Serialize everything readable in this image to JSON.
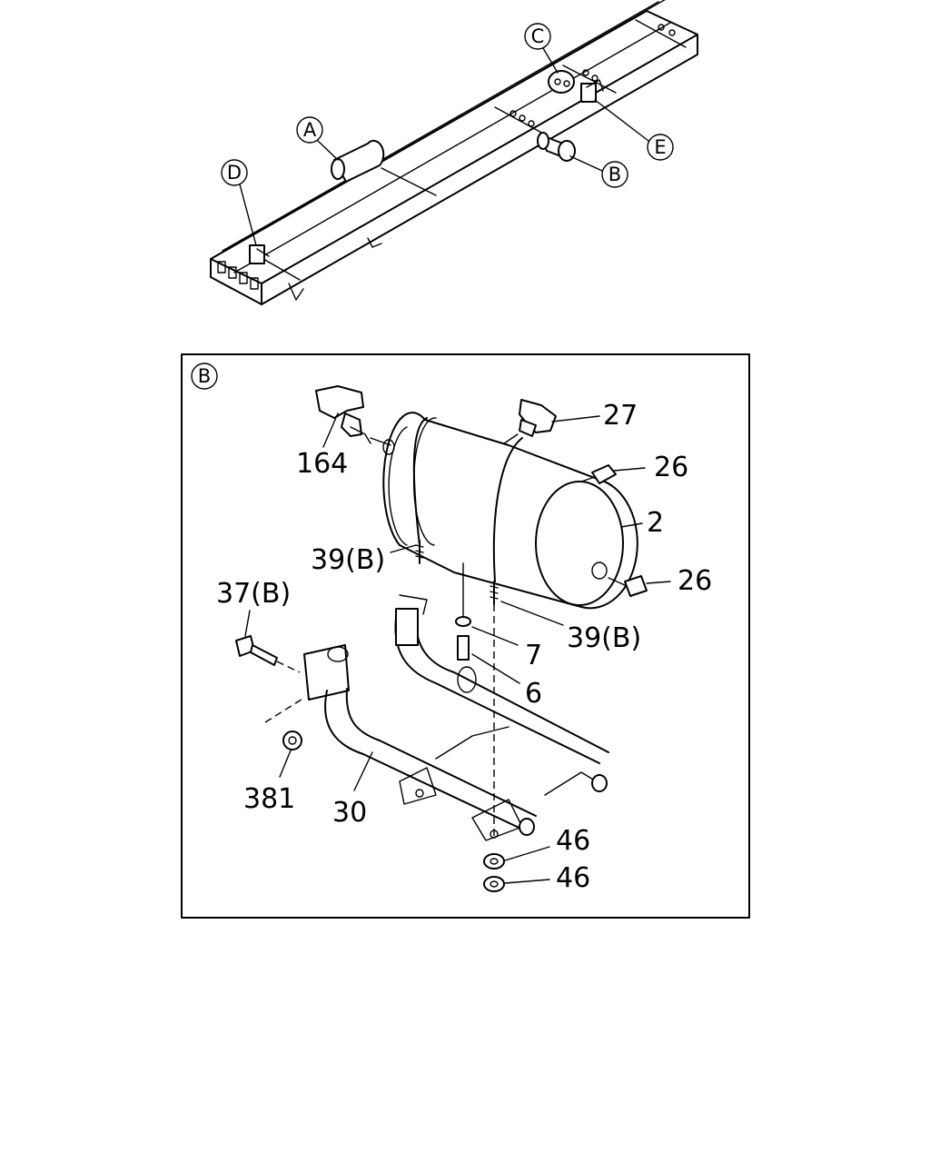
{
  "callouts": {
    "A": "A",
    "B": "B",
    "C": "C",
    "D": "D",
    "E": "E"
  },
  "detail": {
    "view_label": "B"
  },
  "parts": {
    "p164": "164",
    "p27": "27",
    "p26a": "26",
    "p2": "2",
    "p26b": "26",
    "p39a": "39(B)",
    "p39b": "39(B)",
    "p37": "37(B)",
    "p7": "7",
    "p6": "6",
    "p381": "381",
    "p30": "30",
    "p46a": "46",
    "p46b": "46"
  }
}
